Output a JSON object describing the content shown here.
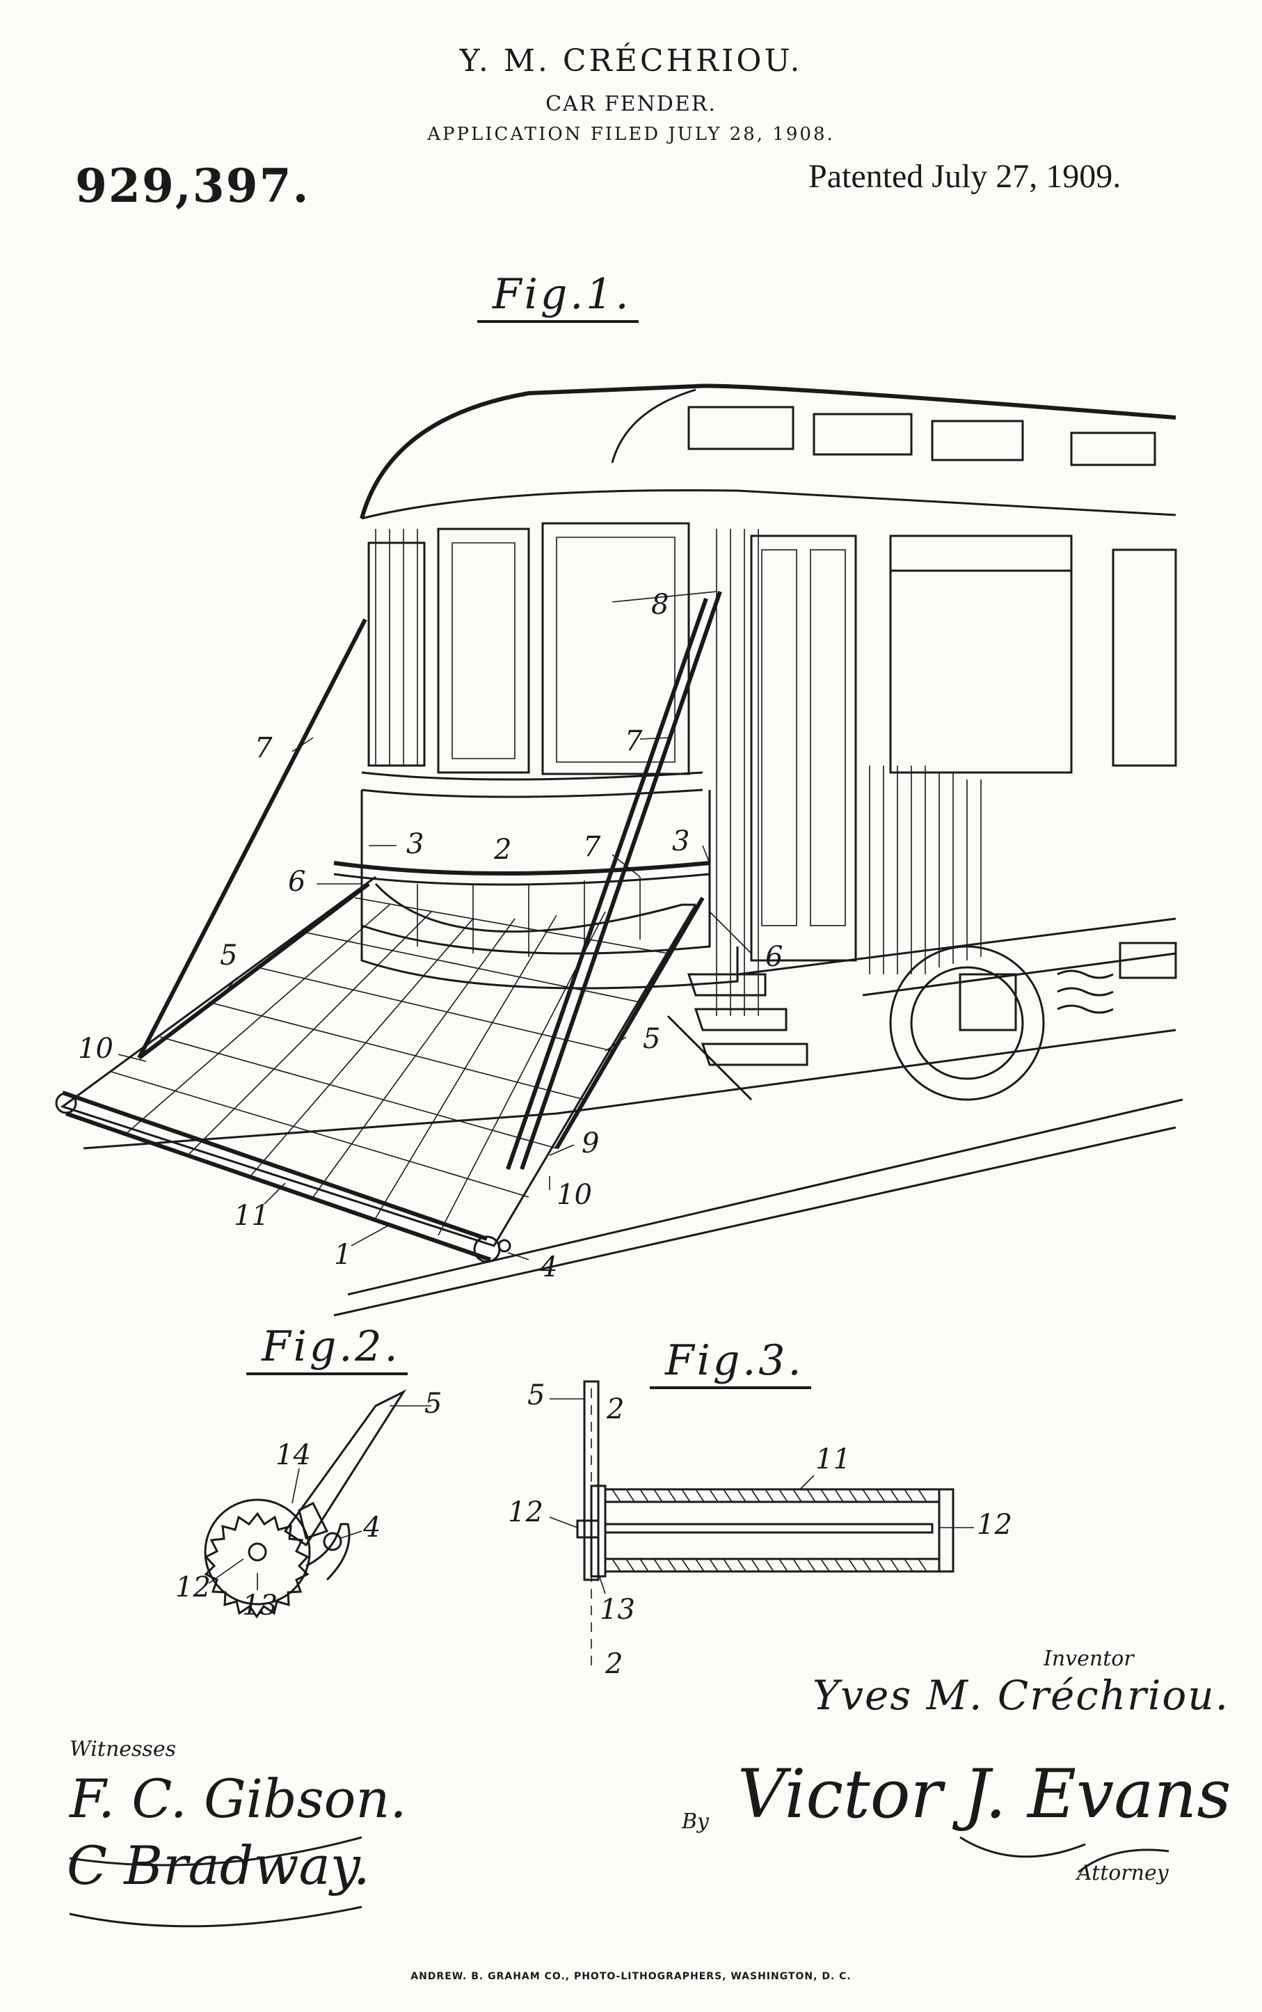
{
  "header": {
    "inventor_name": "Y. M. CRÉCHRIOU.",
    "title": "CAR FENDER.",
    "filed": "APPLICATION FILED JULY 28, 1908.",
    "patent_number": "929,397.",
    "patented_date": "Patented July 27, 1909."
  },
  "figures": {
    "fig1_label": "Fig.1.",
    "fig2_label": "Fig.2.",
    "fig3_label": "Fig.3."
  },
  "references": {
    "fig1": [
      "7",
      "8",
      "7",
      "3",
      "2",
      "7",
      "3",
      "6",
      "6",
      "5",
      "5",
      "10",
      "9",
      "10",
      "11",
      "1",
      "4"
    ],
    "fig2": [
      "5",
      "14",
      "4",
      "12",
      "13"
    ],
    "fig3": [
      "5",
      "2",
      "11",
      "12",
      "12",
      "13",
      "2"
    ]
  },
  "signatures": {
    "inventor_caption": "Inventor",
    "inventor_name": "Yves M. Créchriou.",
    "witnesses_caption": "Witnesses",
    "witness_1": "F. C. Gibson.",
    "witness_2": "C Bradway.",
    "by_caption": "By",
    "attorney_name": "Victor J. Evans",
    "attorney_caption": "Attorney"
  },
  "footer": {
    "printer": "ANDREW. B. GRAHAM CO., PHOTO-LITHOGRAPHERS, WASHINGTON, D. C."
  }
}
